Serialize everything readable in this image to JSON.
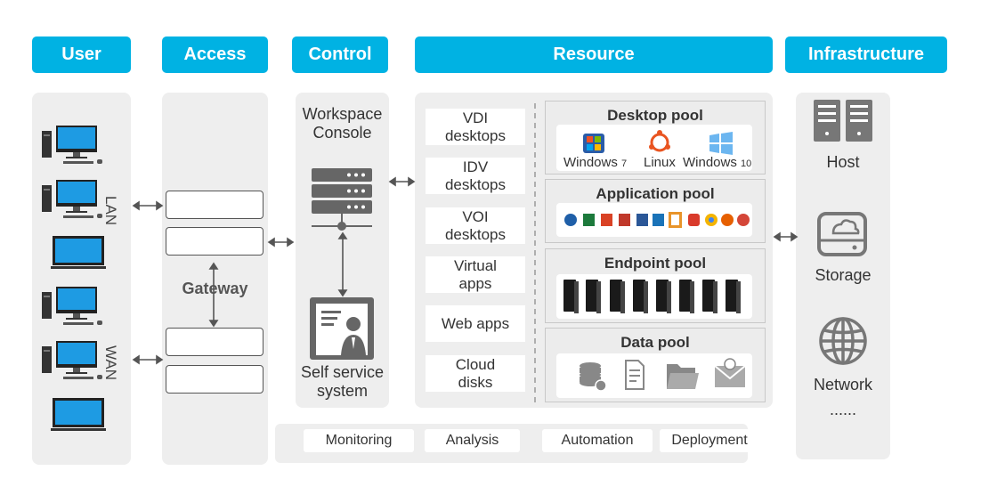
{
  "headers": {
    "user": "User",
    "access": "Access",
    "control": "Control",
    "resource": "Resource",
    "infrastructure": "Infrastructure"
  },
  "user": {
    "lan": "LAN",
    "wan": "WAN"
  },
  "access": {
    "gateway": "Gateway"
  },
  "control": {
    "workspace_console": "Workspace\nConsole",
    "self_service": "Self service\nsystem"
  },
  "resource": {
    "items": [
      "VDI\ndesktops",
      "IDV\ndesktops",
      "VOI\ndesktops",
      "Virtual\napps",
      "Web apps",
      "Cloud\ndisks"
    ],
    "pools": {
      "desktop": {
        "title": "Desktop pool",
        "os": [
          "Windows",
          "Linux",
          "Windows"
        ],
        "os_suffix": [
          "7",
          "",
          "10"
        ]
      },
      "application": {
        "title": "Application pool"
      },
      "endpoint": {
        "title": "Endpoint pool"
      },
      "data": {
        "title": "Data pool"
      }
    }
  },
  "bottom_bar": [
    "Monitoring",
    "Analysis",
    "Automation",
    "Deployment"
  ],
  "infrastructure": {
    "host": "Host",
    "storage": "Storage",
    "network": "Network",
    "more": "......"
  },
  "colors": {
    "accent": "#00b2e3",
    "panel": "#eeeeee",
    "monitor": "#1e9be3"
  }
}
